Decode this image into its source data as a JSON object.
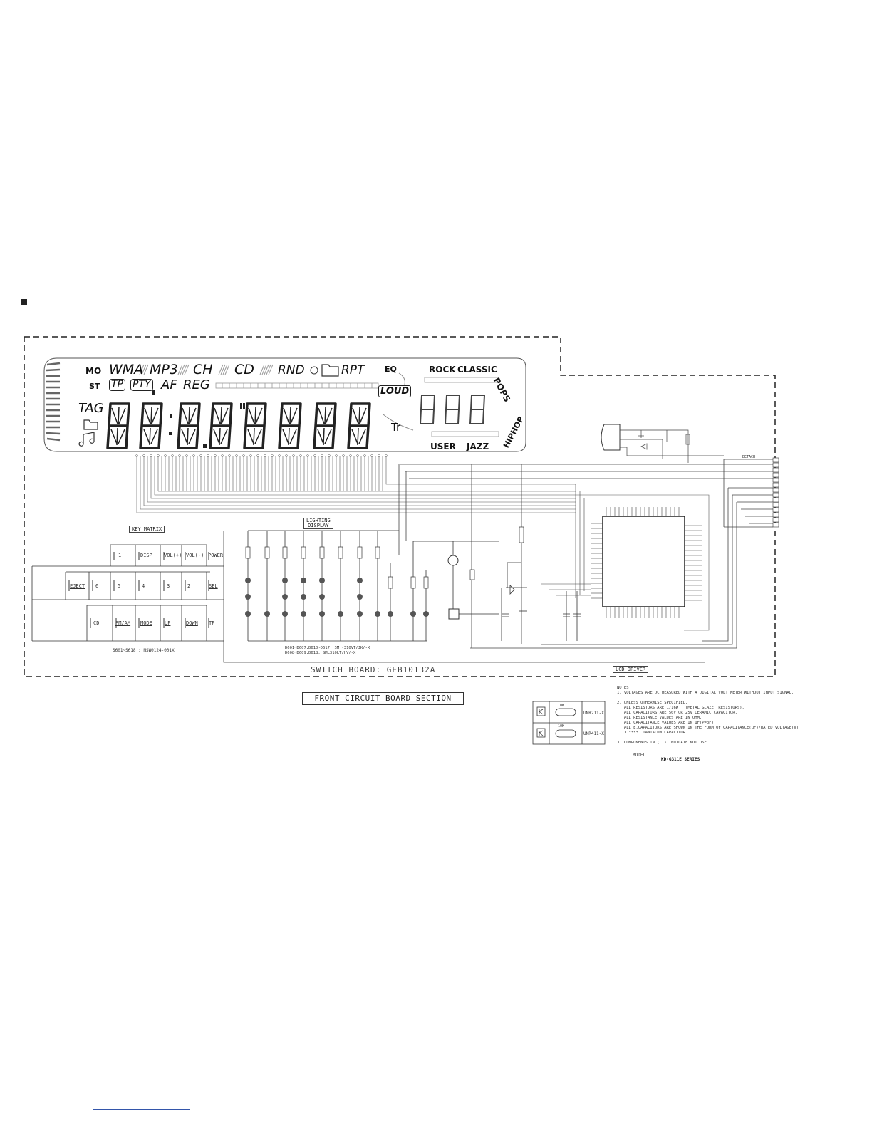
{
  "lcd": {
    "mo": "MO",
    "st": "ST",
    "wma": "WMA",
    "mp3": "MP3",
    "ch": "CH",
    "cd": "CD",
    "rnd": "RND",
    "rpt": "RPT",
    "tp": "TP",
    "pty": "PTY",
    "af": "AF",
    "reg": "REG",
    "tag": "TAG",
    "eq": "EQ",
    "loud": "LOUD",
    "tr": "Tr",
    "rock": "ROCK",
    "classic": "CLASSIC",
    "pops": "POPS",
    "user": "USER",
    "jazz": "JAZZ",
    "hiphop": "HIPHOP"
  },
  "labels": {
    "key_matrix": "KEY MATRIX",
    "lighting_display": "LIGHTING\nDISPLAY",
    "lcd_driver": "LCD DRIVER",
    "switch_board": "SWITCH BOARD: GEB10132A",
    "section_title": "FRONT CIRCUIT BOARD SECTION",
    "switch_parts": "S601~S618 : NSW0124-001X",
    "led_parts": "D601~D607,D610~D617: SM -310VT/JK/-X\nD608~D609,D618: SML310LT/HV/-X",
    "detach": "DETACH"
  },
  "keys": {
    "row1": [
      "1",
      "DISP",
      "VOL(+)",
      "VOL(-)",
      "POWER"
    ],
    "row2": [
      "EJECT",
      "6",
      "5",
      "4",
      "3",
      "2",
      "SEL"
    ],
    "row3": [
      "CD",
      "FM/AM",
      "MODE",
      "UP",
      "DOWN",
      "TP"
    ]
  },
  "legend": {
    "part1": "UNR211-X",
    "part2": "UNR411-X",
    "r1": "10K",
    "r2": "10K"
  },
  "notes": {
    "text": "NOTES\n1. VOLTAGES ARE DC MEASURED WITH A DIGITAL VOLT METER WITHOUT INPUT SIGNAL.\n\n2. UNLESS OTHERWISE SPECIFIED.\n   ALL RESISTORS ARE 1/16W   (METAL GLAZE  RESISTORS).\n   ALL CAPACITORS ARE 50V OR 25V CERAMIC CAPACITOR.\n   ALL RESISTANCE VALUES ARE IN OHM.\n   ALL CAPACITANCE VALUES ARE IN uF(P=pF).\n   ALL E.CAPACITORS ARE SHOWN IN THE FORM OF CAPACITANCE(uF)/RATED VOLTAGE(V)\n   T ****  TANTALUM CAPACITOR.\n\n3. COMPONENTS IN (  ) INDICATE NOT USE.",
    "model_label": "MODEL",
    "model_value": "KD-G311E SERIES"
  }
}
